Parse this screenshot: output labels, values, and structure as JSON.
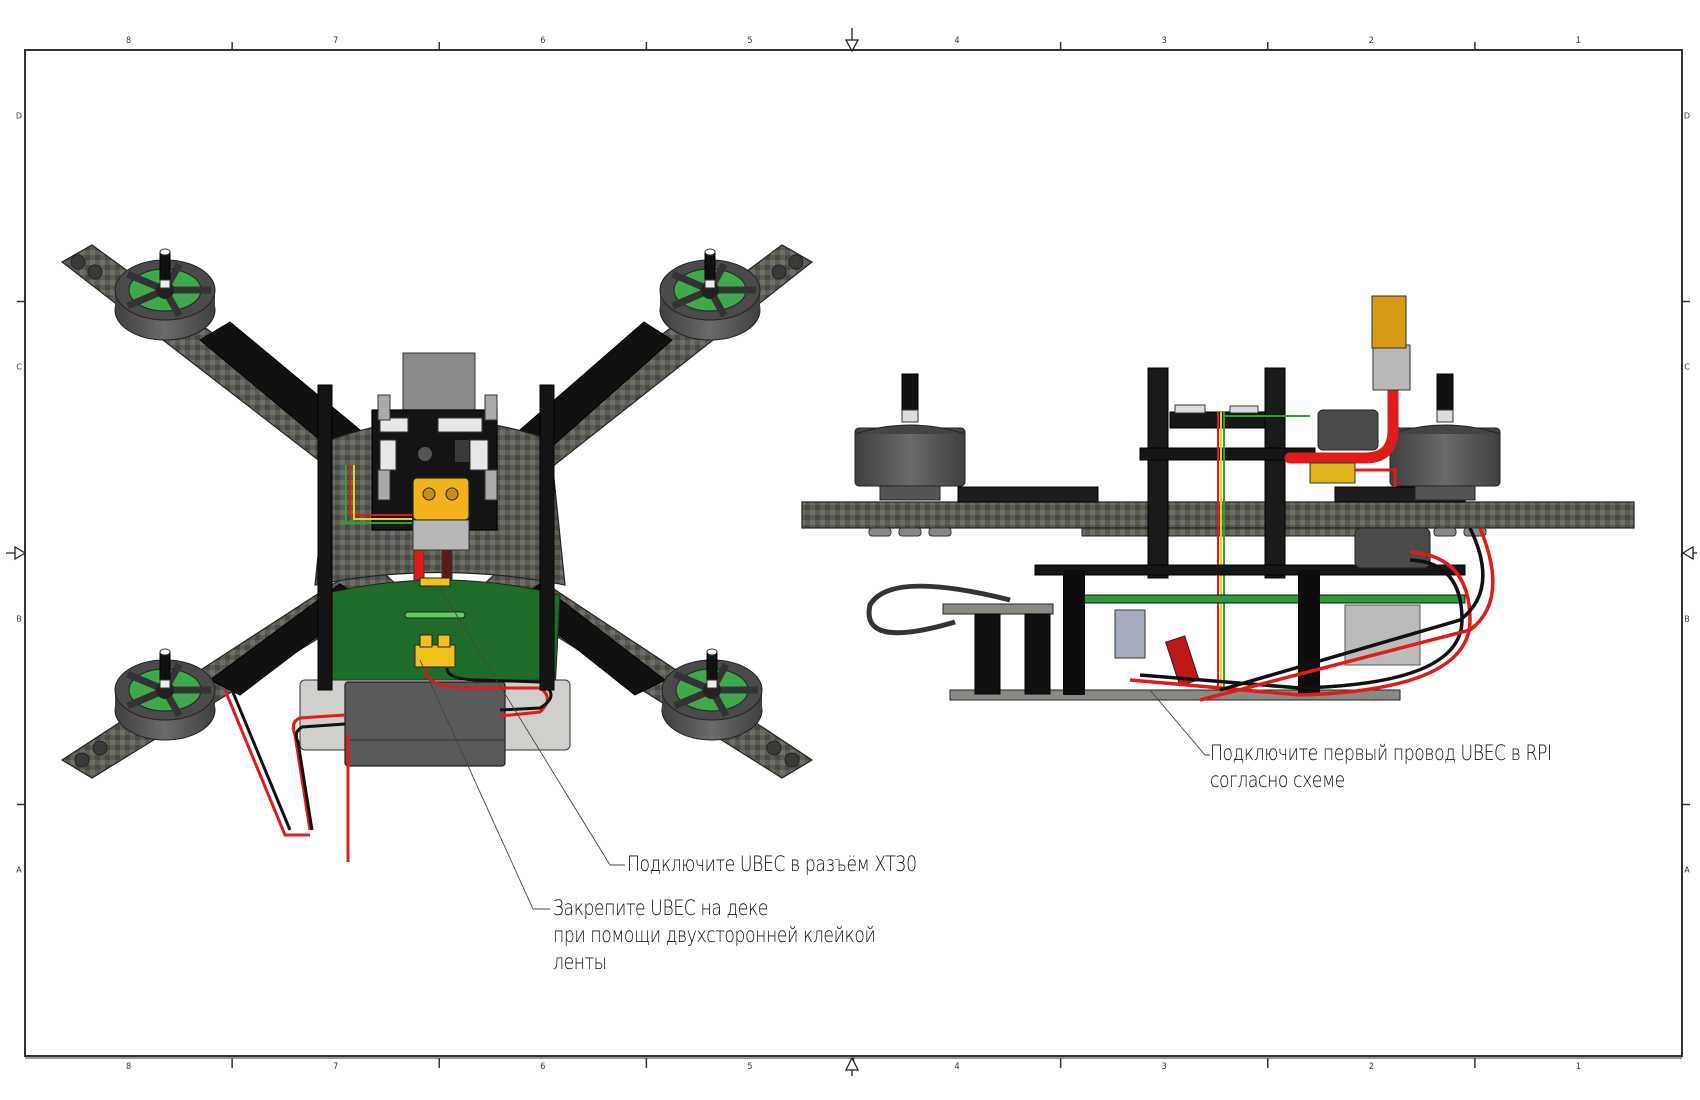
{
  "sheet": {
    "type": "technical-assembly-drawing",
    "border_columns": [
      "8",
      "7",
      "6",
      "5",
      "4",
      "3",
      "2",
      "1"
    ],
    "border_rows": [
      "D",
      "C",
      "B",
      "A"
    ],
    "center_markers": [
      "top-arrow",
      "bottom-arrow",
      "left-arrow",
      "right-arrow"
    ]
  },
  "views": [
    {
      "id": "top-isometric-view",
      "subject": "quadcopter frame with 4 motors, flight controller stack, XT30 connector, UBEC module"
    },
    {
      "id": "side-view",
      "subject": "quadcopter side profile with XT60 battery lead, Raspberry Pi deck, UBEC wiring"
    }
  ],
  "annotations": {
    "connect_xt30": "Подключите UBEC в разъём XT30",
    "mount_ubec": {
      "line1": "Закрепите UBEC на деке",
      "line2": "при помощи двухсторонней клейкой",
      "line3": "ленты"
    },
    "connect_rpi": {
      "line1": "Подключите первый провод UBEC в  RPI",
      "line2": "согласно схеме"
    }
  },
  "colors": {
    "border": "#333333",
    "carbon": "#5b5e55",
    "carbon_dark": "#3b3d37",
    "motor": "#555555",
    "wire_red": "#e01b1b",
    "wire_black": "#111111",
    "connector_yellow": "#f2b21c",
    "pcb_green": "#2f9a3c",
    "pcb_dark": "#1a1a1a",
    "leader_line": "#444444"
  }
}
